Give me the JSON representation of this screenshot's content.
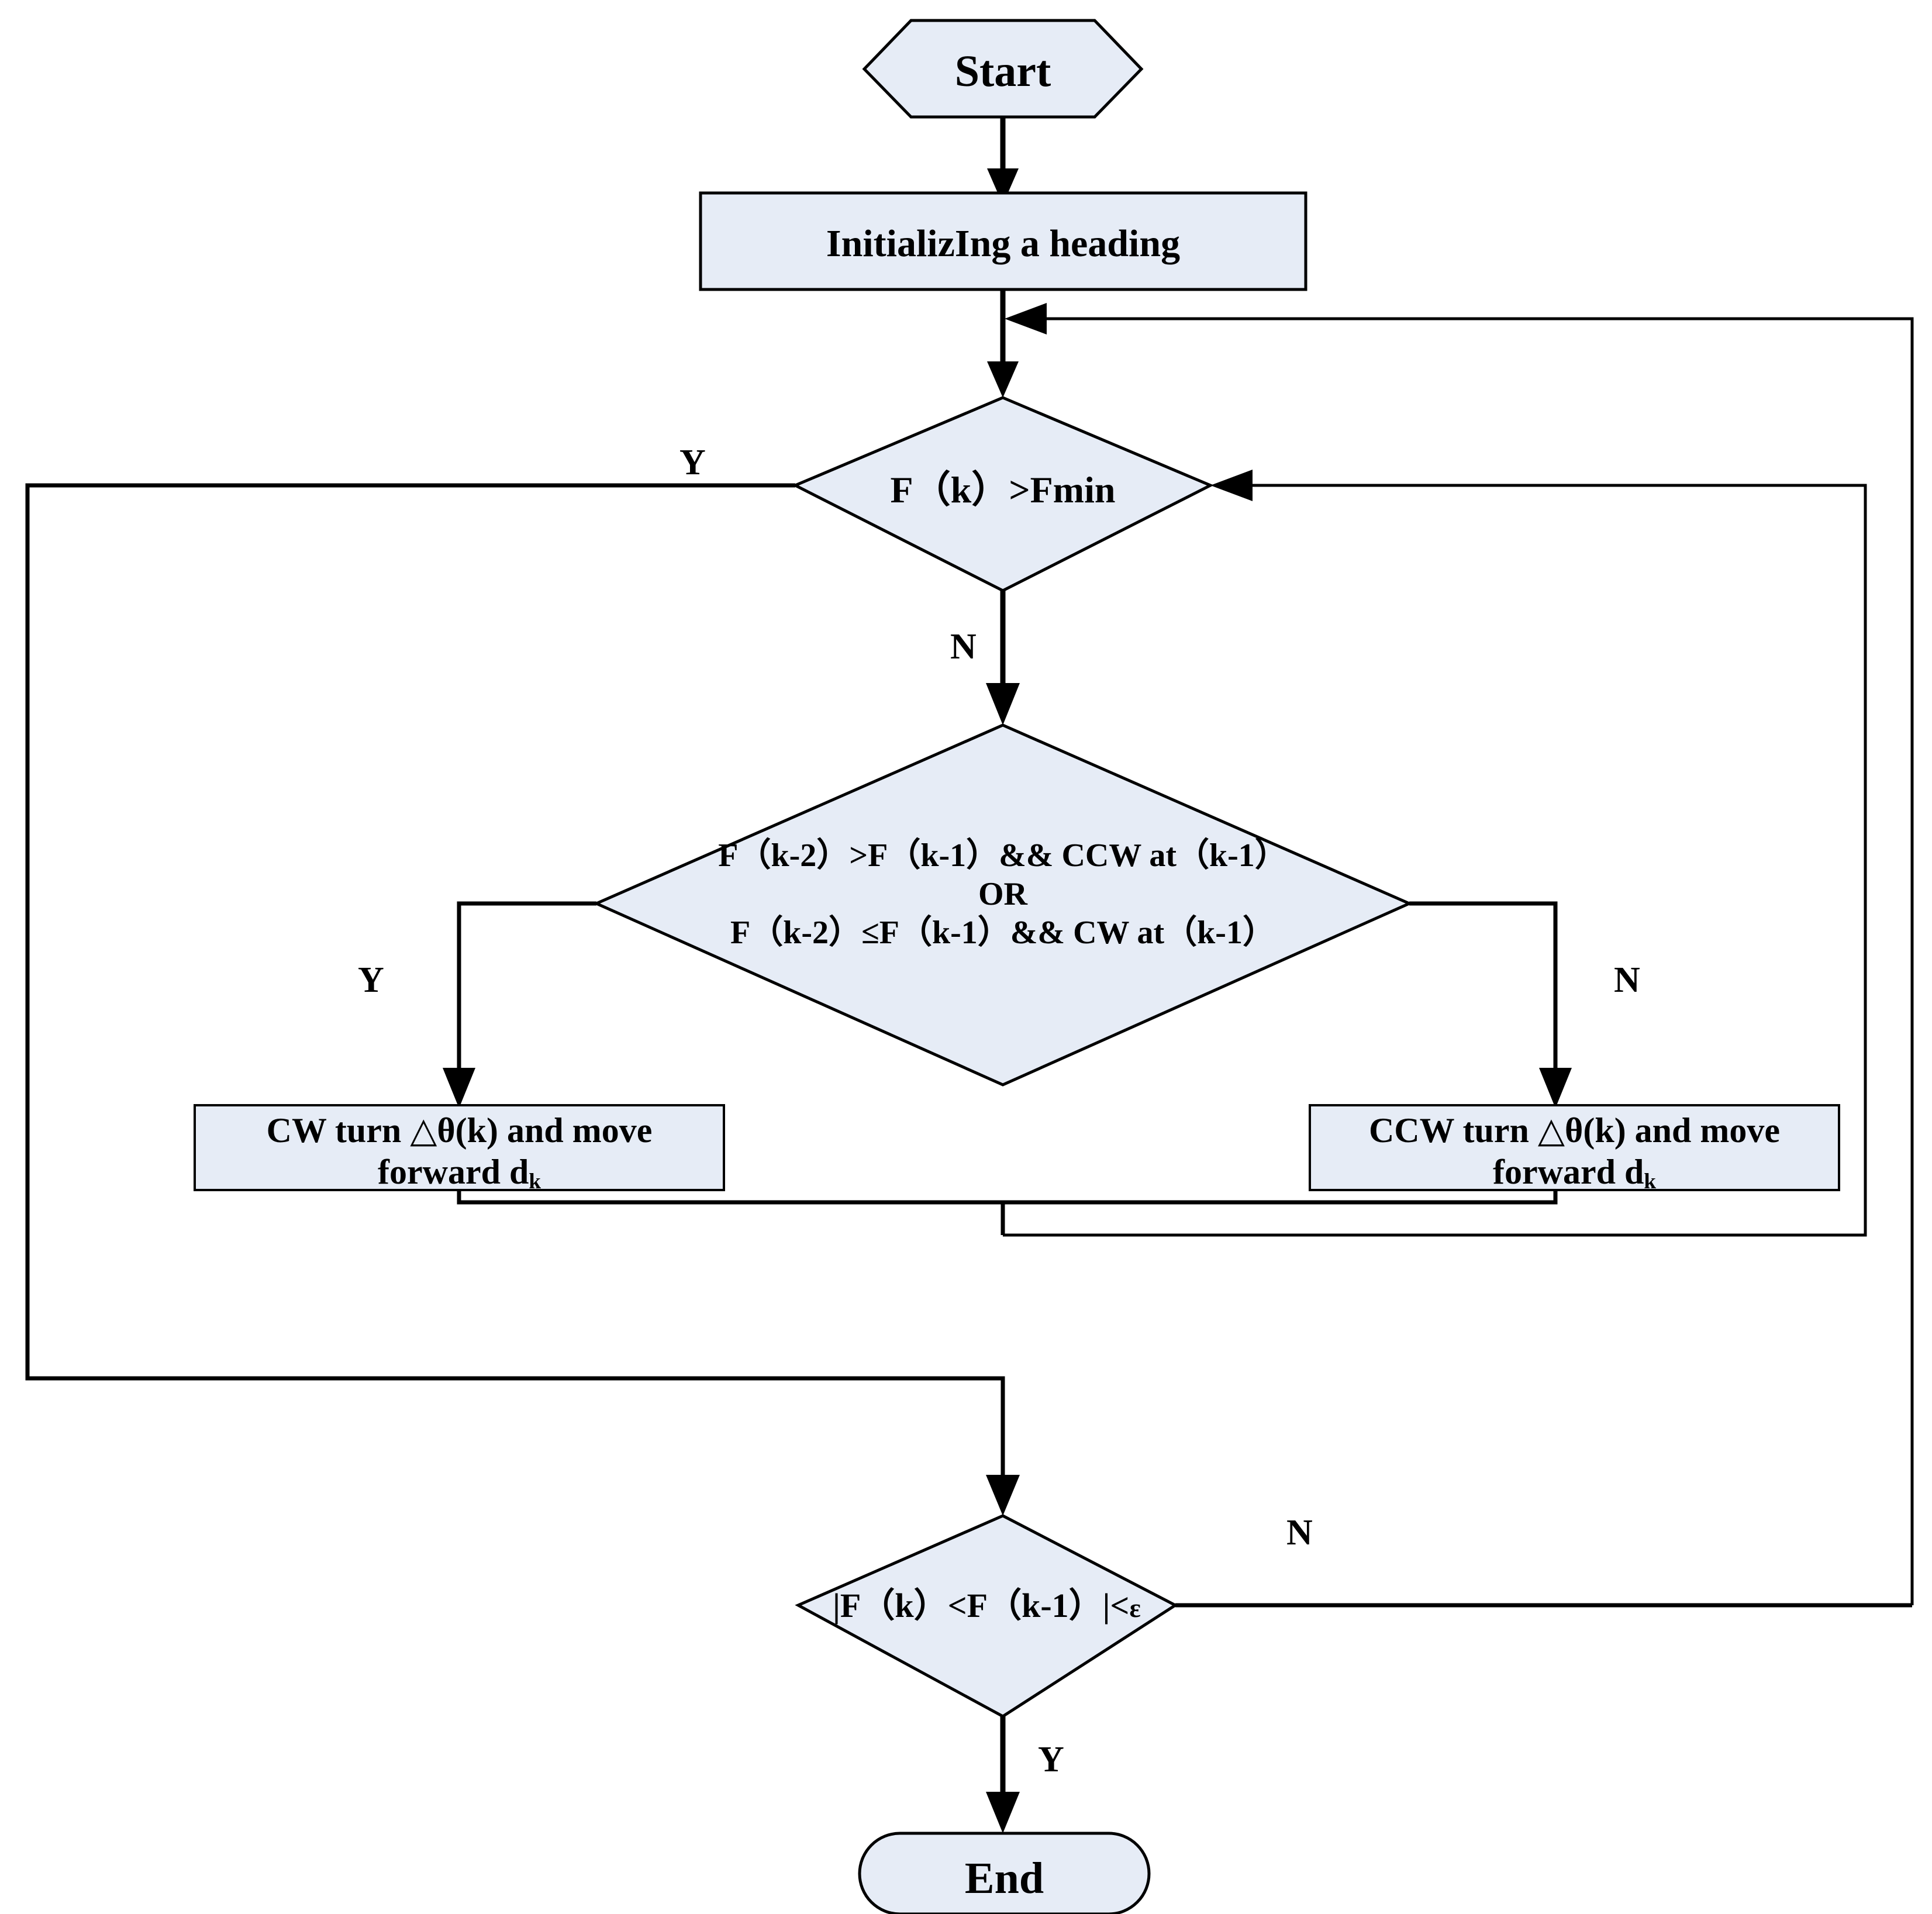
{
  "diagram": {
    "title": "Heading-search flowchart",
    "colors": {
      "node_fill": "#e6ecf6",
      "node_stroke": "#000000",
      "edge": "#000000",
      "background": "#ffffff"
    },
    "nodes": {
      "start": {
        "label": "Start",
        "shape": "hexagon"
      },
      "init": {
        "label": "InitializIng  a heading",
        "shape": "rectangle"
      },
      "decision_fmin": {
        "label": "F（k）>Fmin",
        "shape": "diamond"
      },
      "decision_dir": {
        "line1": "F（k-2）>F（k-1）&& CCW at（k-1）",
        "line2": "OR",
        "line3": "F（k-2）≤F（k-1）&& CW at（k-1）",
        "shape": "diamond"
      },
      "cw_turn": {
        "line1": "CW turn △θ(k) and move",
        "line2_prefix": "forward d",
        "line2_sub": "k",
        "shape": "rectangle"
      },
      "ccw_turn": {
        "line1": "CCW turn △θ(k) and move",
        "line2_prefix": "forward d",
        "line2_sub": "k",
        "shape": "rectangle"
      },
      "decision_eps": {
        "prefix": "|F（k）<F（k-1）|<",
        "epsilon": "ε",
        "shape": "diamond"
      },
      "end": {
        "label": "End",
        "shape": "stadium"
      }
    },
    "edge_labels": {
      "fmin_yes": "Y",
      "fmin_no": "N",
      "dir_yes": "Y",
      "dir_no": "N",
      "eps_no": "N",
      "eps_yes": "Y"
    }
  }
}
